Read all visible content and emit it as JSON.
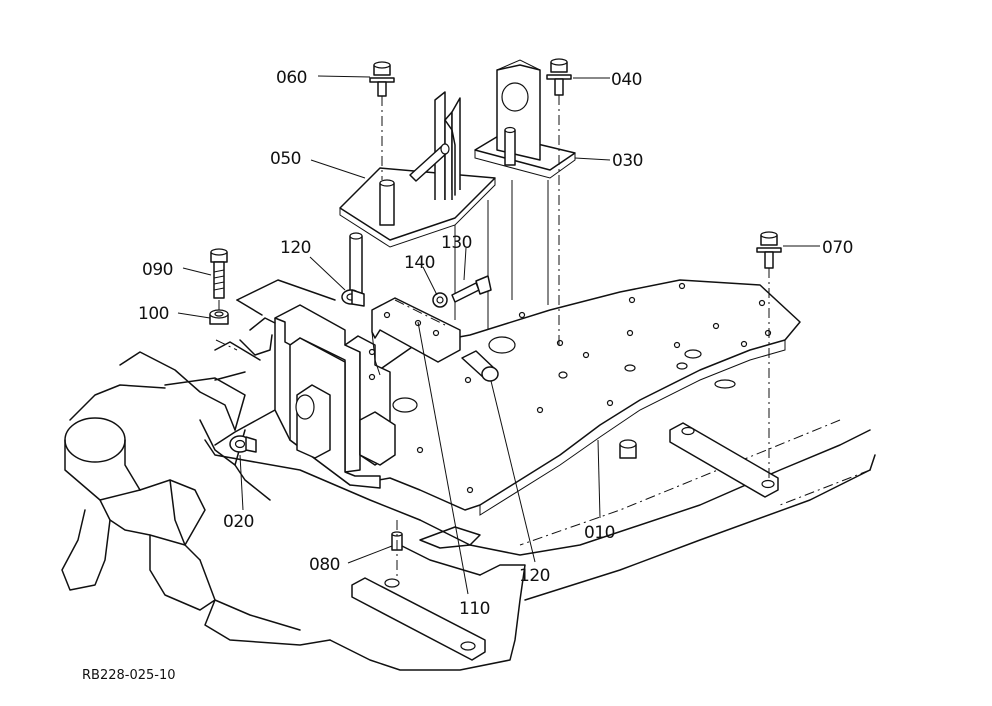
{
  "drawing_code": "RB228-025-10",
  "callouts": {
    "c010": "010",
    "c020": "020",
    "c030": "030",
    "c040": "040",
    "c050": "050",
    "c060": "060",
    "c070": "070",
    "c080": "080",
    "c090": "090",
    "c100": "100",
    "c110": "110",
    "c120a": "120",
    "c120b": "120",
    "c130": "130",
    "c140": "140"
  }
}
